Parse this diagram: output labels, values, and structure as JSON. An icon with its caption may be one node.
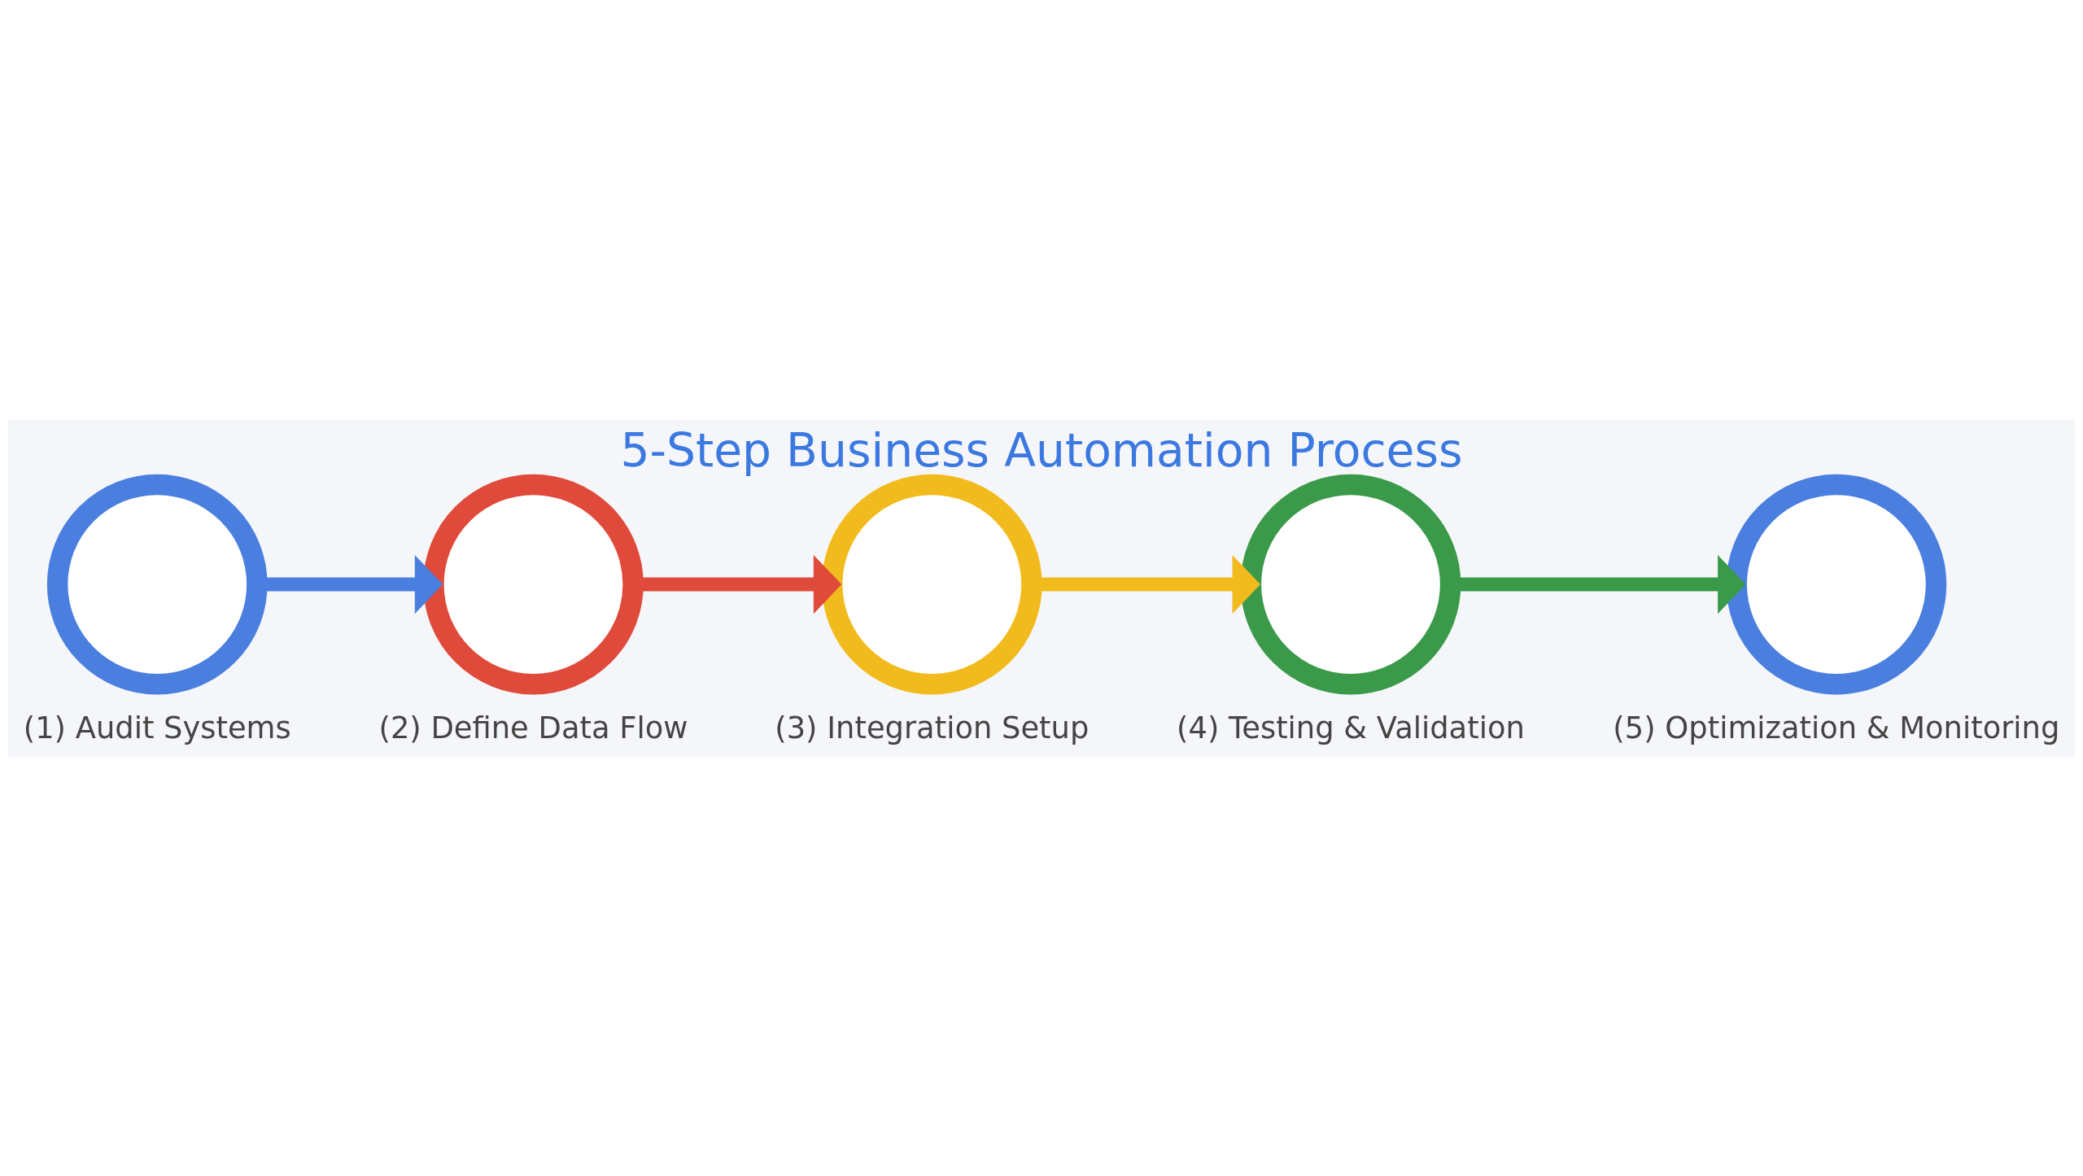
{
  "diagram": {
    "title": "5-Step Business Automation Process",
    "nodes": [
      {
        "text": [],
        "shape": "circle",
        "beside": [
          "(1) Audit Systems"
        ]
      },
      {
        "text": [],
        "shape": "circle",
        "beside": [
          "(2) Define Data Flow"
        ]
      },
      {
        "text": [],
        "shape": "circle",
        "beside": [
          "(3) Integration Setup"
        ]
      },
      {
        "text": [],
        "shape": "circle",
        "beside": [
          "(4) Testing & Validation"
        ]
      },
      {
        "text": [],
        "shape": "circle",
        "beside": [
          "(5) Optimization & Monitoring"
        ]
      }
    ],
    "edges": [
      {
        "from": 0,
        "to": 1,
        "arrow": "to",
        "color": "#4a7fe0"
      },
      {
        "from": 1,
        "to": 2,
        "arrow": "to",
        "color": "#e04a3a"
      },
      {
        "from": 2,
        "to": 3,
        "arrow": "to",
        "color": "#f2bb1d"
      },
      {
        "from": 3,
        "to": 4,
        "arrow": "to",
        "color": "#3a9a4a"
      }
    ]
  }
}
